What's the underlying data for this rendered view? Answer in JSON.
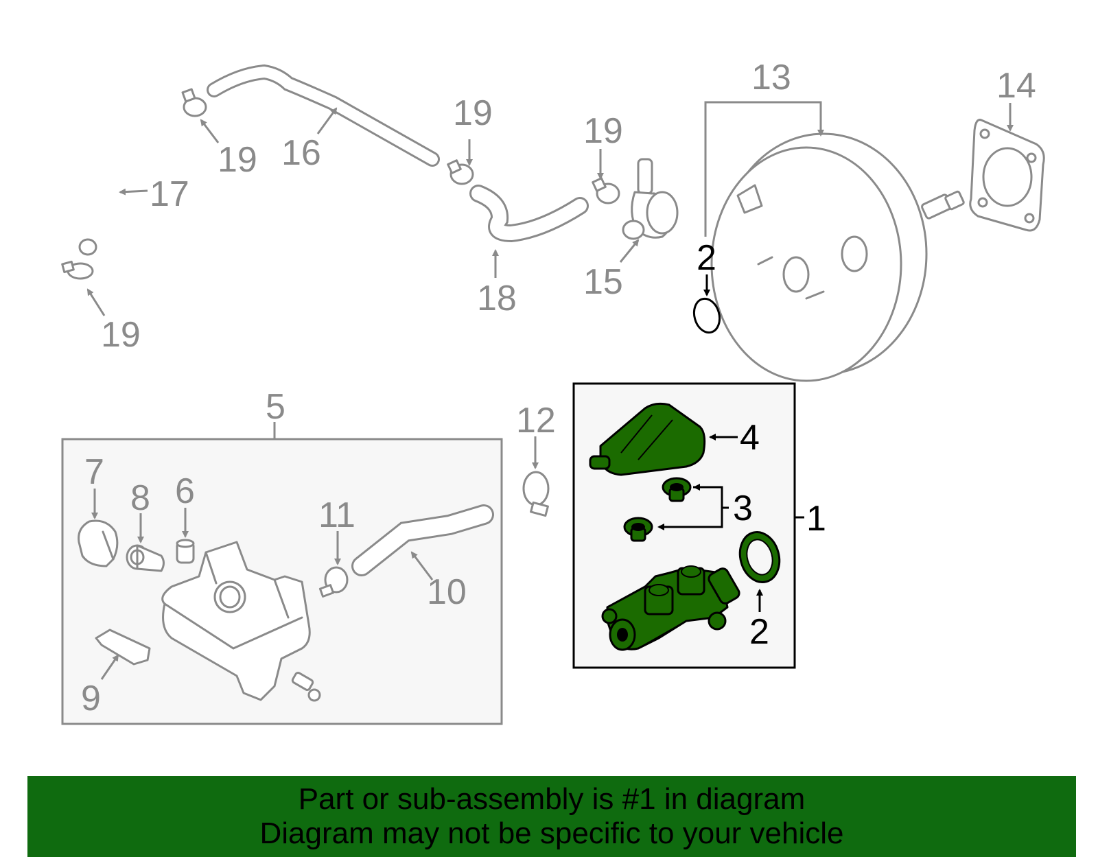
{
  "colors": {
    "highlight_part": "#1b6b00",
    "banner_background": "#0f6b0f",
    "other_parts": "#8a8a8a"
  },
  "callouts": {
    "c1": "1",
    "c2_oring": "2",
    "c2_seal": "2",
    "c3": "3",
    "c4": "4",
    "c5": "5",
    "c6": "6",
    "c7": "7",
    "c8": "8",
    "c9": "9",
    "c10": "10",
    "c11": "11",
    "c12": "12",
    "c13": "13",
    "c14": "14",
    "c15": "15",
    "c16": "16",
    "c17": "17",
    "c18": "18",
    "c19_a": "19",
    "c19_b": "19",
    "c19_c": "19",
    "c19_d": "19"
  },
  "banner": {
    "line1": "Part or sub-assembly is #1 in diagram",
    "line2": "Diagram may not be specific to your vehicle"
  }
}
